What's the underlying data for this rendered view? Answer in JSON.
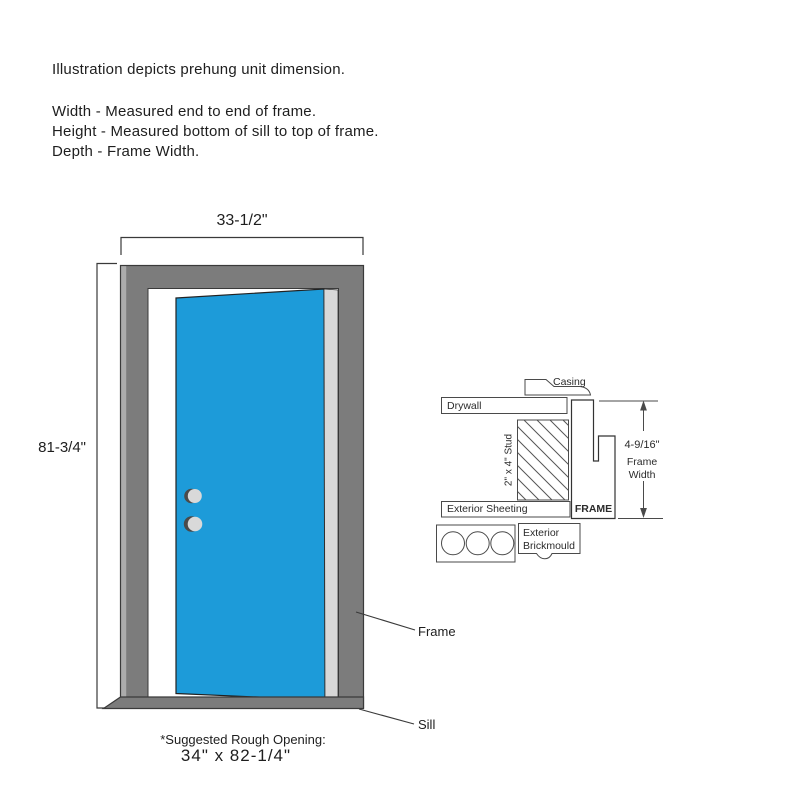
{
  "intro": {
    "line1": "Illustration depicts prehung unit dimension.",
    "line2": "Width - Measured end to end of frame.",
    "line3": "Height - Measured bottom of sill to top of frame.",
    "line4": "Depth - Frame Width."
  },
  "door_diagram": {
    "width_dimension": "33-1/2\"",
    "height_dimension": "81-3/4\"",
    "frame_label": "Frame",
    "sill_label": "Sill",
    "rough_opening_title": "*Suggested Rough Opening:",
    "rough_opening_size": "34\" x 82-1/4\"",
    "colors": {
      "door": "#1d9bd9",
      "frame": "#7c7c7c",
      "frame_edge_highlight": "#acacac",
      "door_edge": "#d8d8d8",
      "knob": "#d9d9d9",
      "knob_shadow": "#4a4a4a",
      "outline": "#3a3a3a"
    }
  },
  "cross_section": {
    "casing_label": "Casing",
    "drywall_label": "Drywall",
    "stud_label": "2\" x 4\" Stud",
    "sheeting_label": "Exterior Sheeting",
    "frame_label": "FRAME",
    "brickmould_label": "Exterior Brickmould",
    "dimension": "4-9/16\"",
    "dimension_caption": "Frame Width"
  }
}
